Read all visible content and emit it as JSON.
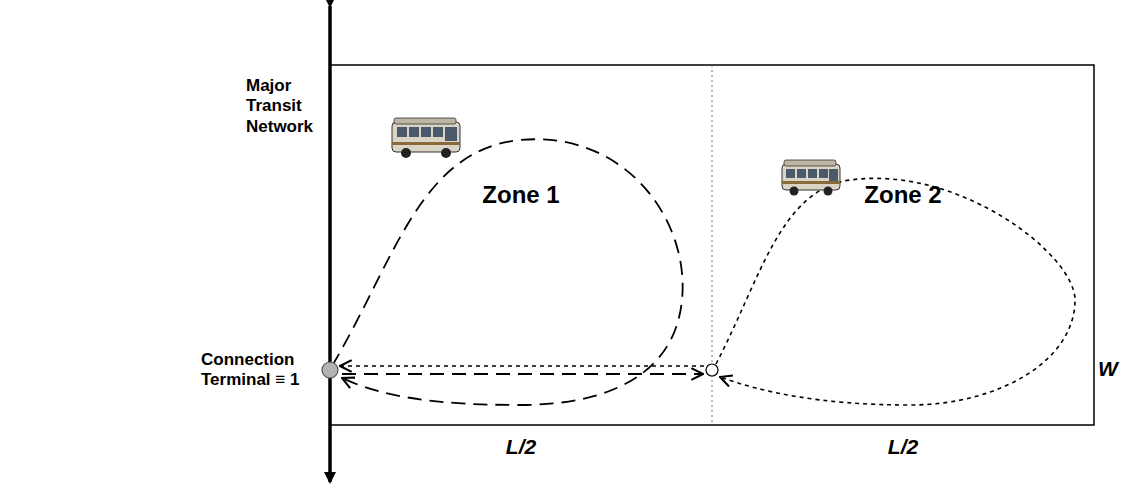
{
  "diagram": {
    "nodes": [
      {
        "text": [
          "Connection Terminal ≡ 1"
        ]
      },
      {
        "text": [
          "Zone 1"
        ]
      },
      {
        "text": [
          "Zone 2"
        ]
      }
    ],
    "labels": [
      "Major Transit Network",
      "W",
      "L/2",
      "L/2"
    ]
  }
}
